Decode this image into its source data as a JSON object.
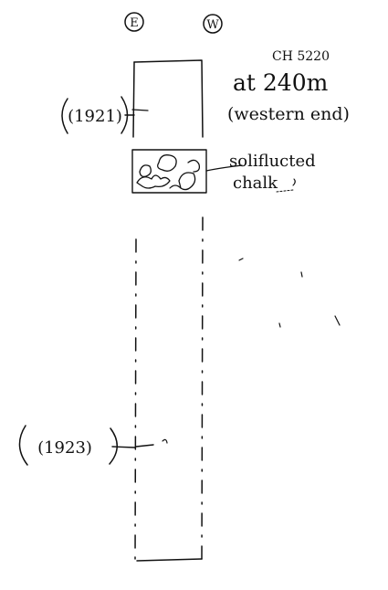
{
  "labels": {
    "east": "E",
    "west": "W",
    "ch_number": "CH 5220",
    "depth": "at 240m",
    "location_note": "(western end)",
    "soil_note_line1": "soliflucted",
    "soil_note_line2": "chalk",
    "sample_1921": "(1921)",
    "sample_1923": "(1923)"
  }
}
